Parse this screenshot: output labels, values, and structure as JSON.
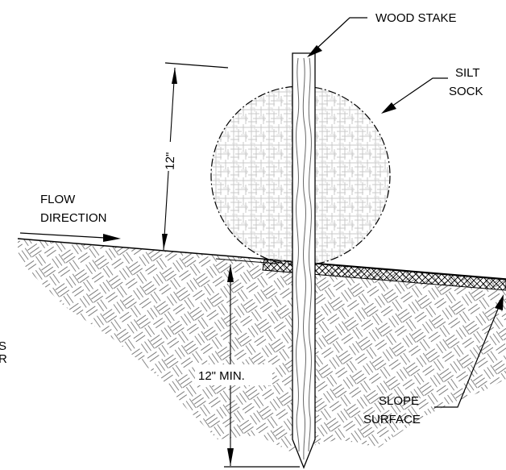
{
  "labels": {
    "wood_stake": "WOOD STAKE",
    "silt_line1": "SILT",
    "silt_line2": "SOCK",
    "flow_line1": "FLOW",
    "flow_line2": "DIRECTION",
    "slope_line1": "SLOPE",
    "slope_line2": "SURFACE",
    "dim_top": "12\"",
    "dim_bottom": "12\" MIN.",
    "edge_line1": "S",
    "edge_line2": "R"
  }
}
